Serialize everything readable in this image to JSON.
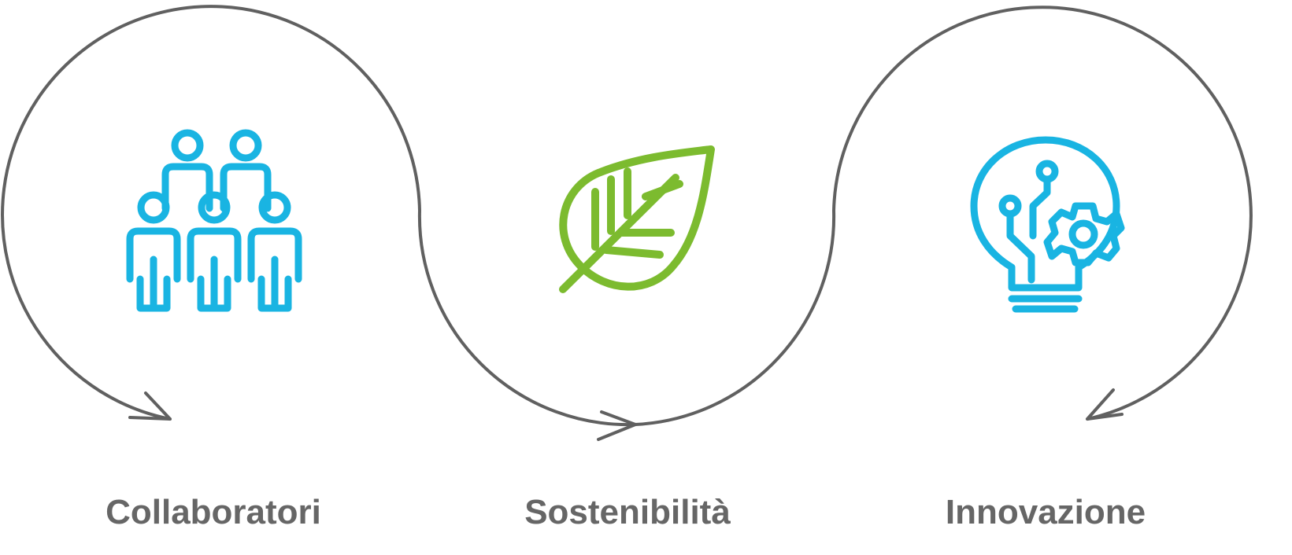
{
  "colors": {
    "arc": "#606060",
    "label": "#666666",
    "people": "#19b4e2",
    "leaf": "#7cbb2f",
    "bulb": "#19b4e2"
  },
  "items": [
    {
      "label": "Collaboratori",
      "icon": "people-group-icon"
    },
    {
      "label": "Sostenibilità",
      "icon": "leaf-icon"
    },
    {
      "label": "Innovazione",
      "icon": "lightbulb-gear-icon"
    }
  ]
}
